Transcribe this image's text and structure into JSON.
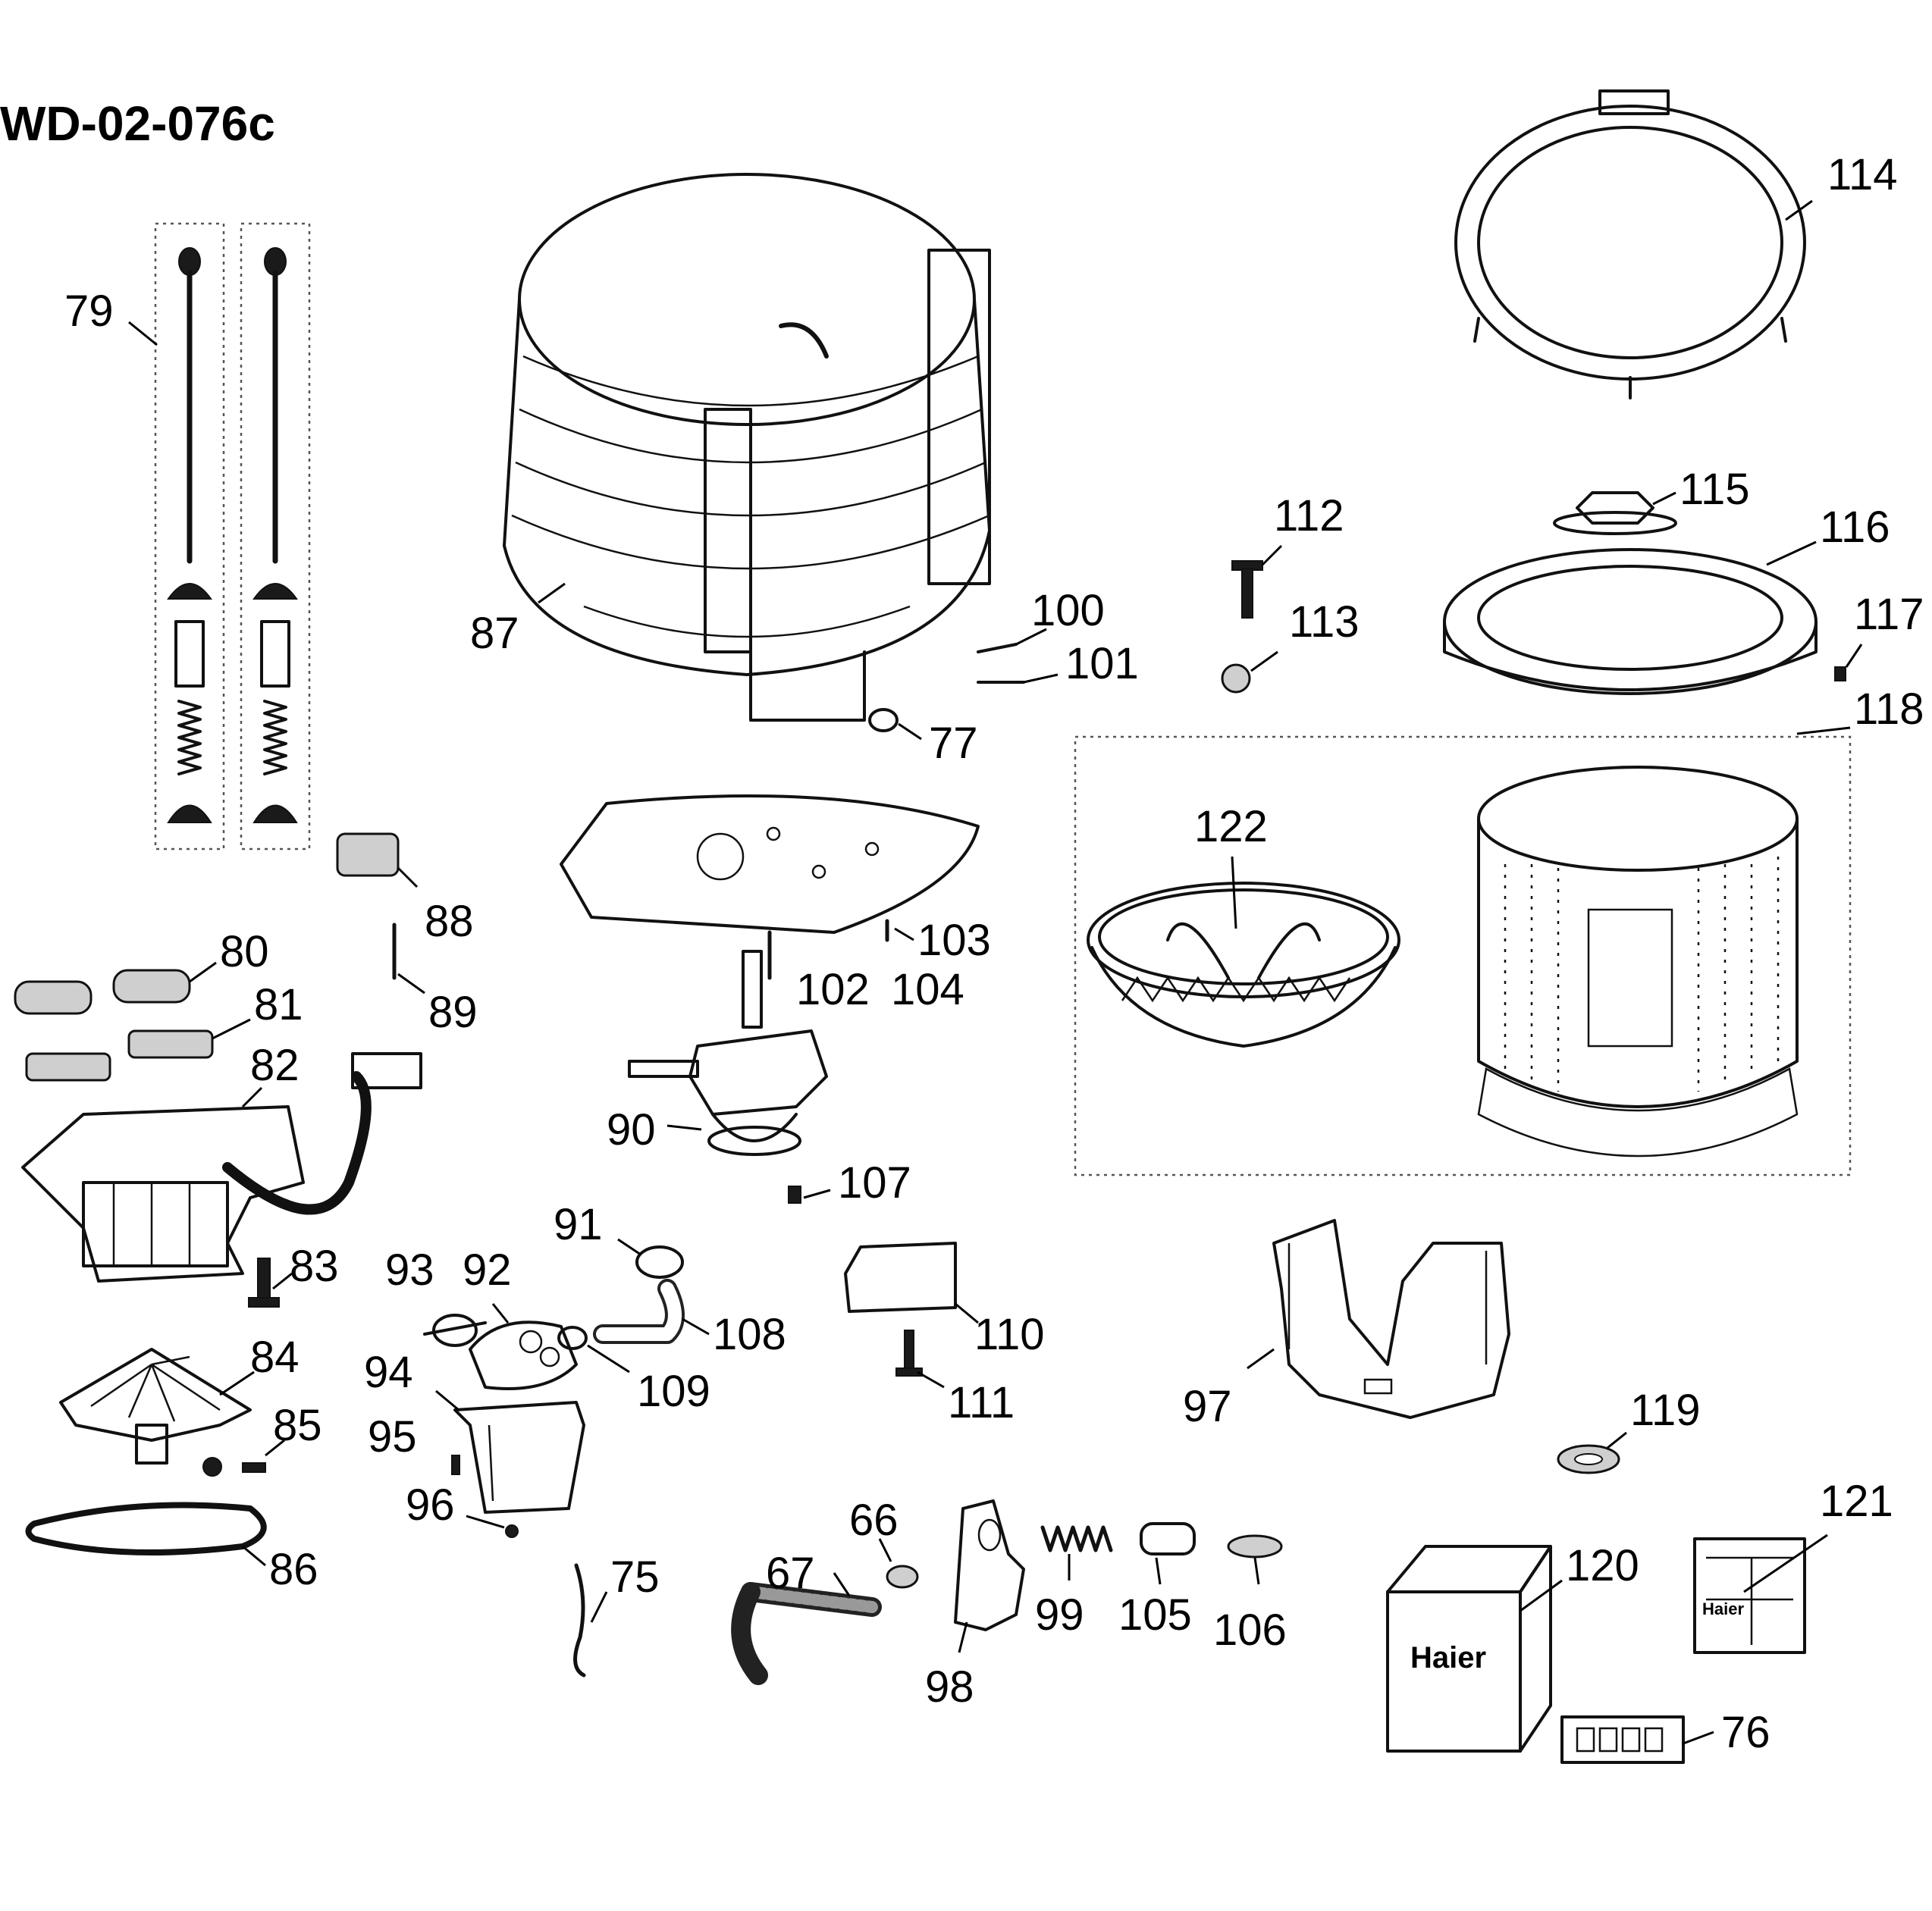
{
  "diagram": {
    "title": "WD-02-076c",
    "labels": {
      "p79": "79",
      "p80": "80",
      "p81": "81",
      "p82": "82",
      "p83": "83",
      "p84": "84",
      "p85": "85",
      "p86": "86",
      "p87": "87",
      "p88": "88",
      "p89": "89",
      "p90": "90",
      "p91": "91",
      "p92": "92",
      "p93": "93",
      "p94": "94",
      "p95": "95",
      "p96": "96",
      "p75": "75",
      "p67": "67",
      "p66": "66",
      "p98": "98",
      "p99": "99",
      "p105": "105",
      "p106": "106",
      "p97": "97",
      "p100": "100",
      "p101": "101",
      "p77": "77",
      "p102": "102",
      "p103": "103",
      "p104": "104",
      "p107": "107",
      "p108": "108",
      "p109": "109",
      "p110": "110",
      "p111": "111",
      "p112": "112",
      "p113": "113",
      "p114": "114",
      "p115": "115",
      "p116": "116",
      "p117": "117",
      "p118": "118",
      "p119": "119",
      "p120": "120",
      "p121": "121",
      "p122": "122",
      "p76": "76"
    },
    "box_brand": "Haier",
    "card_brand": "Haier"
  }
}
